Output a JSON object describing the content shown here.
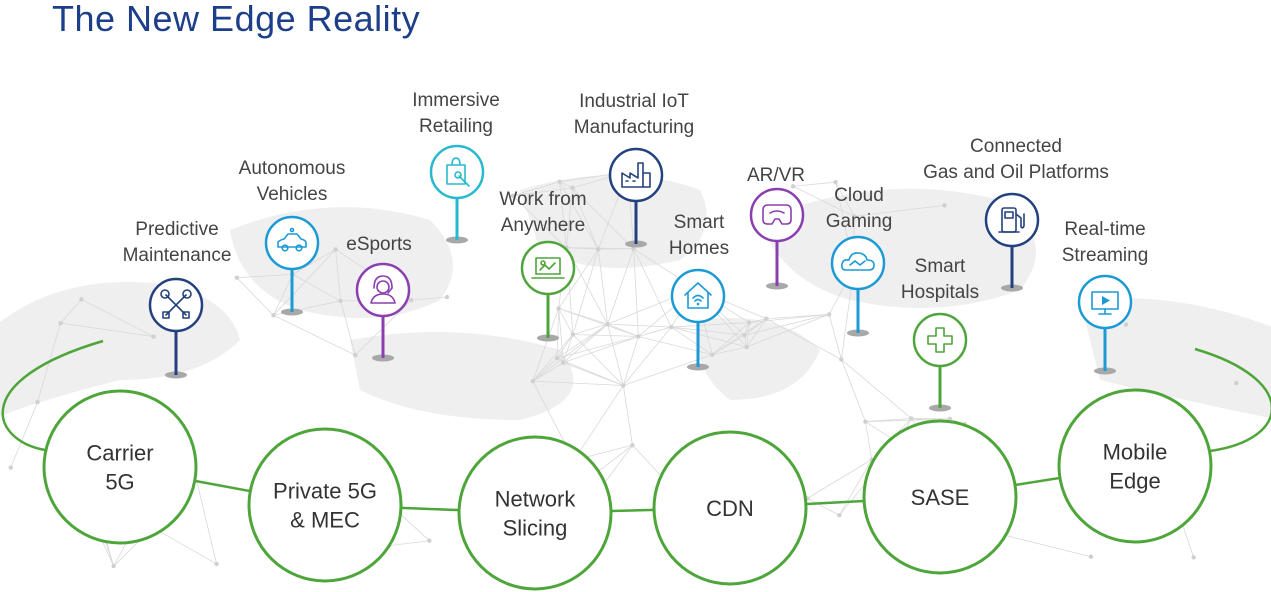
{
  "title": "The New Edge Reality",
  "colors": {
    "title": "#1d3f8a",
    "ring": "#4ea53a",
    "navy": "#24417f",
    "blue": "#1b9ad6",
    "teal": "#29b9cf",
    "purple": "#8a3fb0",
    "green": "#4ea53a",
    "stem_shadow": "#a8a8a8"
  },
  "nodes": [
    {
      "id": "carrier-5g",
      "lines": [
        "Carrier",
        "5G"
      ]
    },
    {
      "id": "private-5g-mec",
      "lines": [
        "Private 5G",
        "& MEC"
      ]
    },
    {
      "id": "network-slicing",
      "lines": [
        "Network",
        "Slicing"
      ]
    },
    {
      "id": "cdn",
      "lines": [
        "CDN"
      ]
    },
    {
      "id": "sase",
      "lines": [
        "SASE"
      ]
    },
    {
      "id": "mobile-edge",
      "lines": [
        "Mobile",
        "Edge"
      ]
    }
  ],
  "pins": [
    {
      "id": "predictive-maintenance",
      "lines": [
        "Predictive",
        "Maintenance"
      ],
      "color": "navy",
      "icon": "tools-icon"
    },
    {
      "id": "autonomous-vehicles",
      "lines": [
        "Autonomous",
        "Vehicles"
      ],
      "color": "blue",
      "icon": "car-icon"
    },
    {
      "id": "esports",
      "lines": [
        "eSports"
      ],
      "color": "purple",
      "icon": "headset-icon"
    },
    {
      "id": "immersive-retailing",
      "lines": [
        "Immersive",
        "Retailing"
      ],
      "color": "teal",
      "icon": "shopping-bag-icon"
    },
    {
      "id": "work-from-anywhere",
      "lines": [
        "Work from",
        "Anywhere"
      ],
      "color": "green",
      "icon": "laptop-icon"
    },
    {
      "id": "industrial-iot",
      "lines": [
        "Industrial IoT",
        "Manufacturing"
      ],
      "color": "navy",
      "icon": "factory-icon"
    },
    {
      "id": "smart-homes",
      "lines": [
        "Smart",
        "Homes"
      ],
      "color": "blue",
      "icon": "wifi-home-icon"
    },
    {
      "id": "ar-vr",
      "lines": [
        "AR/VR"
      ],
      "color": "purple",
      "icon": "vr-headset-icon"
    },
    {
      "id": "cloud-gaming",
      "lines": [
        "Cloud",
        "Gaming"
      ],
      "color": "blue",
      "icon": "cloud-icon"
    },
    {
      "id": "smart-hospitals",
      "lines": [
        "Smart",
        "Hospitals"
      ],
      "color": "green",
      "icon": "medical-cross-icon"
    },
    {
      "id": "gas-oil-platforms",
      "lines": [
        "Connected",
        "Gas and Oil Platforms"
      ],
      "color": "navy",
      "icon": "fuel-pump-icon"
    },
    {
      "id": "real-time-streaming",
      "lines": [
        "Real-time",
        "Streaming"
      ],
      "color": "blue",
      "icon": "video-screen-icon"
    }
  ]
}
